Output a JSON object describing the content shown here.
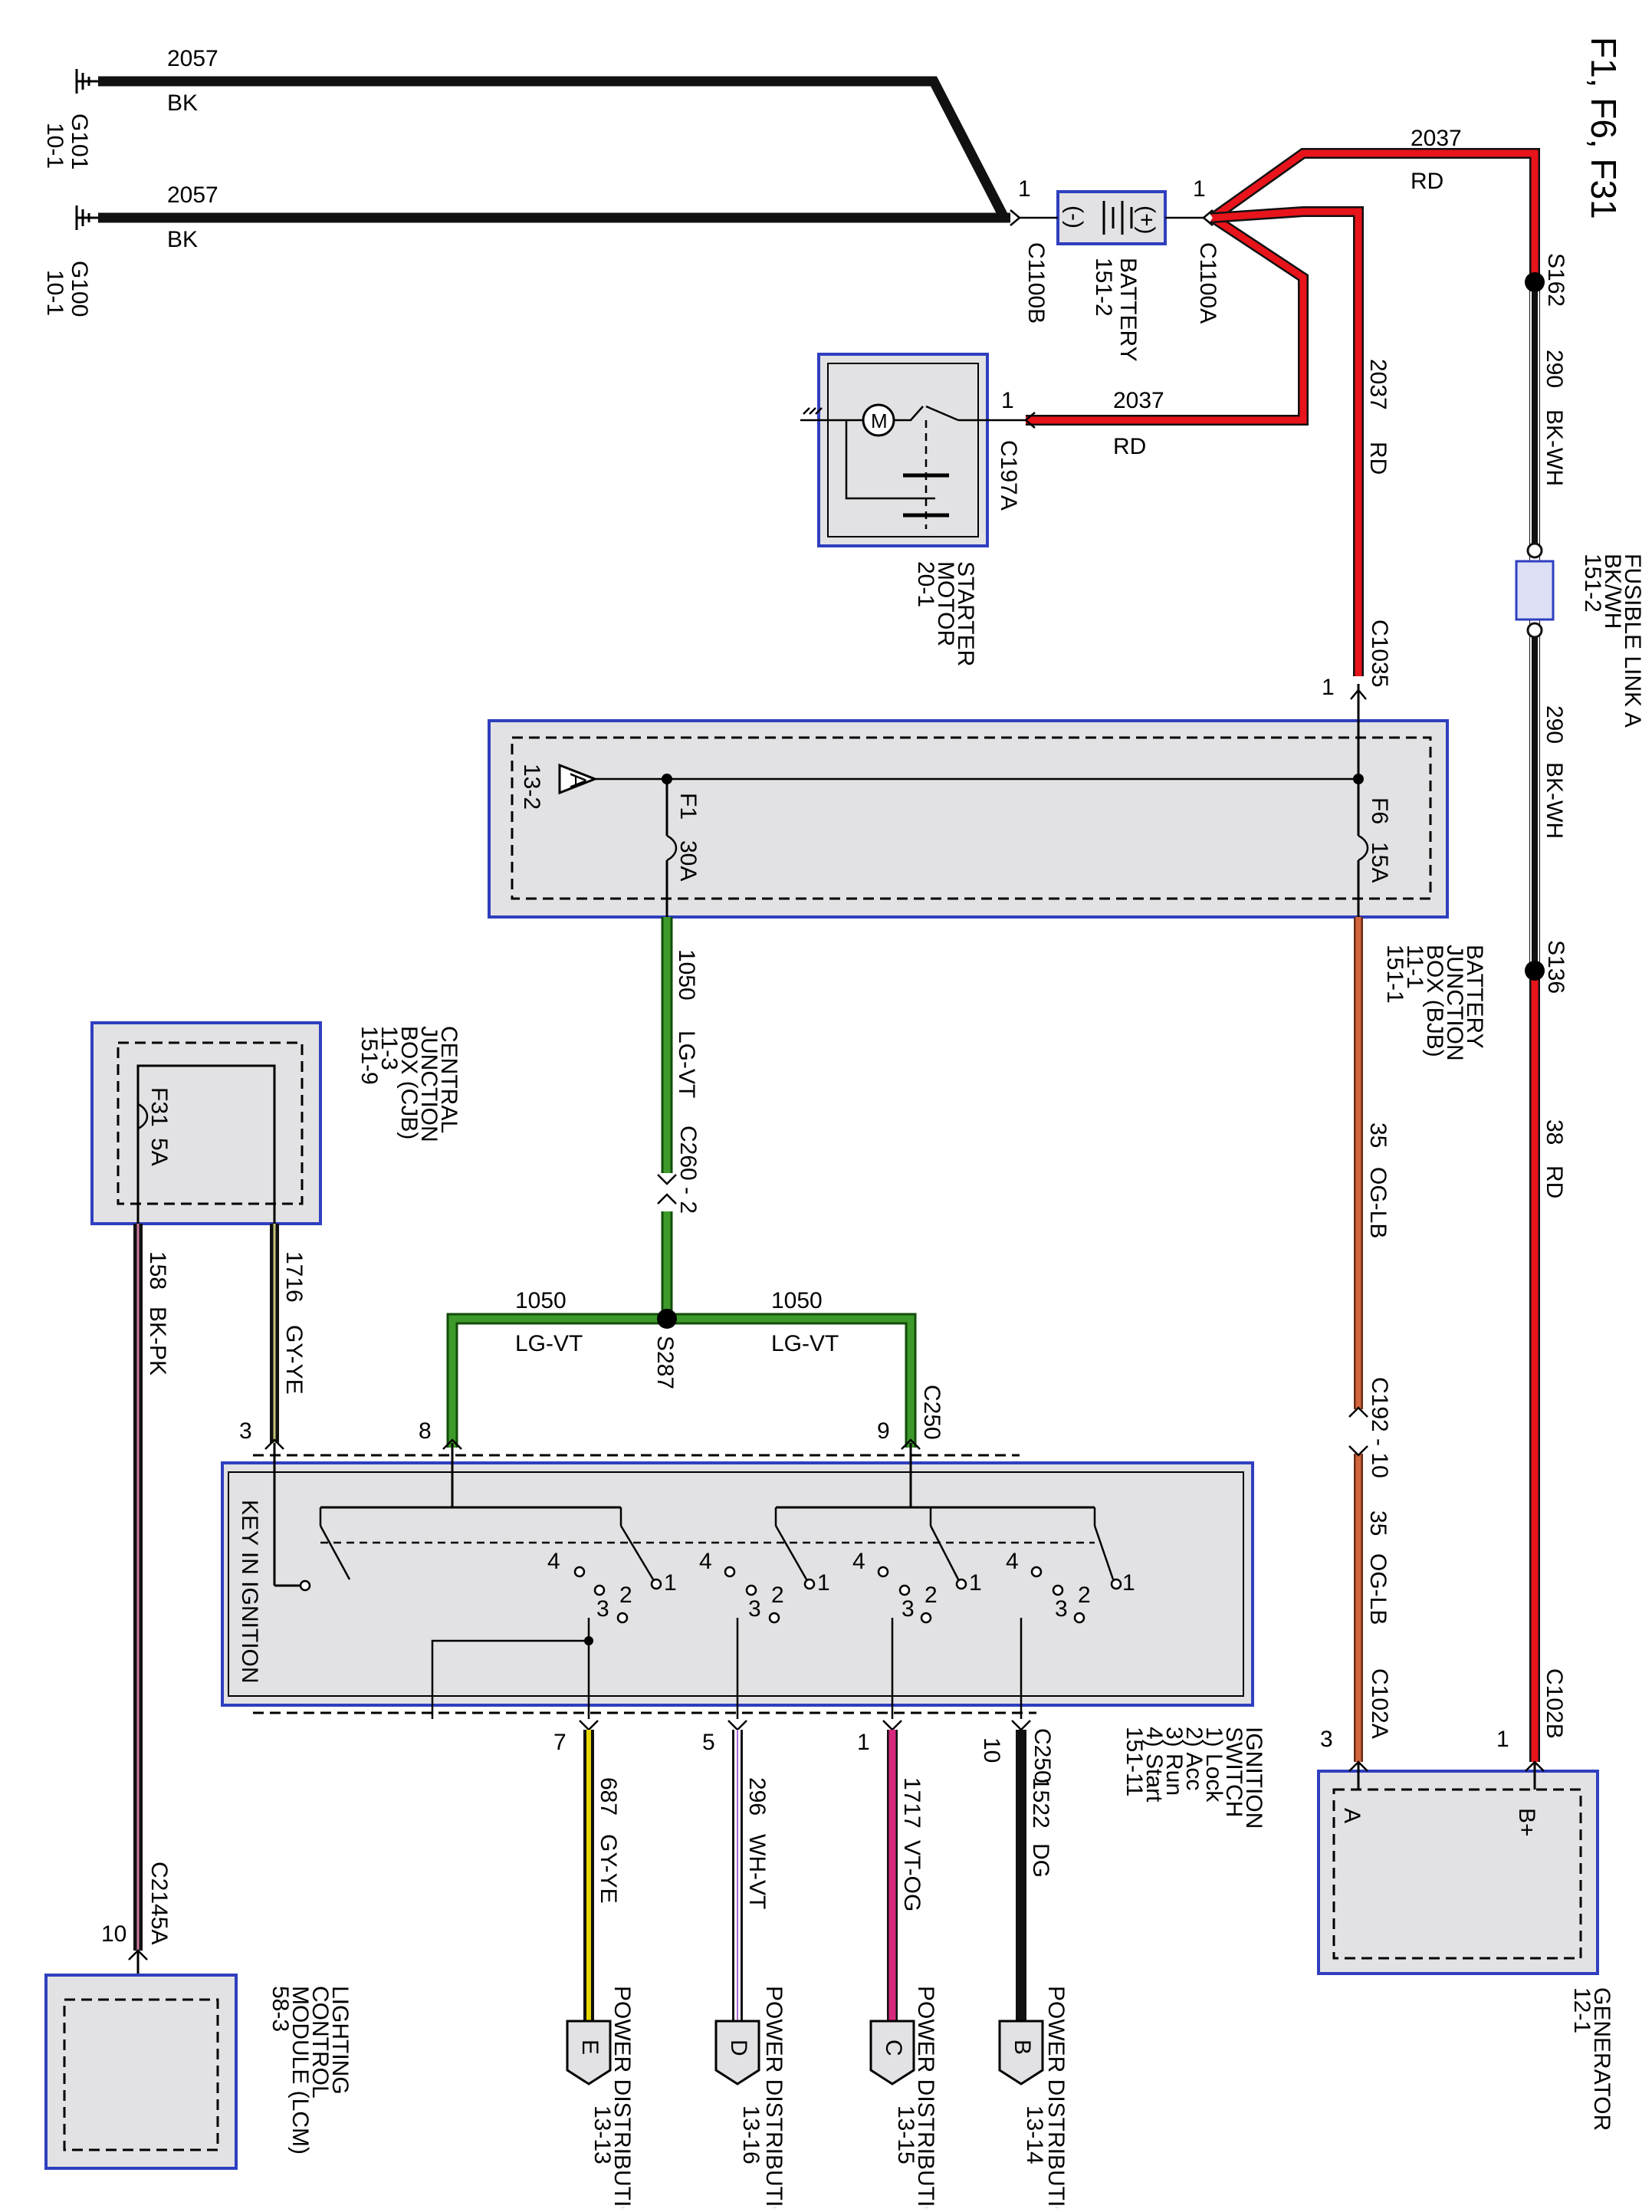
{
  "title": "F1, F6, F31",
  "grounds": [
    {
      "id": "G101",
      "ref": "10-1"
    },
    {
      "id": "G100",
      "ref": "10-1"
    }
  ],
  "battery": {
    "name": "BATTERY",
    "ref": "151-2",
    "neg_conn": "C1100B",
    "pos_conn": "C1100A",
    "neg_sym": "(-)",
    "pos_sym": "(+)",
    "pin_neg": "1",
    "pin_pos": "1"
  },
  "starter": {
    "name": "STARTER",
    "name2": "MOTOR",
    "ref": "20-1",
    "conn": "C197A",
    "pin": "1"
  },
  "fusible_link": {
    "name": "FUSIBLE LINK A",
    "color": "BK/WH",
    "ref": "151-2"
  },
  "bjb": {
    "name1": "BATTERY",
    "name2": "JUNCTION",
    "name3": "BOX (BJB)",
    "ref1": "11-1",
    "ref2": "151-1",
    "conn": "C1035",
    "pin": "1",
    "bus": "13-2",
    "bus_tag": "A",
    "fuse_f1": "F1",
    "fuse_f1_amps": "30A",
    "fuse_f6": "F6",
    "fuse_f6_amps": "15A"
  },
  "cjb": {
    "name1": "CENTRAL",
    "name2": "JUNCTION",
    "name3": "BOX (CJB)",
    "ref1": "11-3",
    "ref2": "151-9",
    "fuse": "F31",
    "fuse_amps": "5A"
  },
  "generator": {
    "name": "GENERATOR",
    "ref": "12-1",
    "pin_a": "A",
    "pin_b": "B+",
    "conn_a": "C102A",
    "conn_b": "C102B",
    "pinnum_a": "3",
    "pinnum_b": "1"
  },
  "ignition": {
    "title": "IGNITION",
    "title2": "SWITCH",
    "pos1": "1) Lock",
    "pos2": "2) Acc",
    "pos3": "3) Run",
    "pos4": "4) Start",
    "ref": "151-11",
    "key_label": "KEY IN IGNITION",
    "conn": "C250",
    "in_pins": [
      "3",
      "8",
      "9"
    ],
    "out_pins": [
      "7",
      "5",
      "1",
      "10"
    ],
    "contact_nums": [
      "1",
      "2",
      "3",
      "4"
    ]
  },
  "lcm": {
    "name1": "LIGHTING",
    "name2": "CONTROL",
    "name3": "MODULE (LCM)",
    "ref": "58-3",
    "conn": "C2145A",
    "pin": "10"
  },
  "splices": [
    "S162",
    "S136",
    "S287"
  ],
  "inline_conns": [
    "C260 - 2",
    "C192 - 10"
  ],
  "wires": {
    "w2057": {
      "circuit": "2057",
      "color": "BK"
    },
    "w2037": {
      "circuit": "2037",
      "color": "RD"
    },
    "w290": {
      "circuit": "290",
      "color": "BK-WH"
    },
    "w38": {
      "circuit": "38",
      "color": "RD"
    },
    "w35": {
      "circuit": "35",
      "color": "OG-LB"
    },
    "w1050": {
      "circuit": "1050",
      "color": "LG-VT"
    },
    "w1716": {
      "circuit": "1716",
      "color": "GY-YE"
    },
    "w158": {
      "circuit": "158",
      "color": "BK-PK"
    },
    "w687": {
      "circuit": "687",
      "color": "GY-YE"
    },
    "w296": {
      "circuit": "296",
      "color": "WH-VT"
    },
    "w1717": {
      "circuit": "1717",
      "color": "VT-OG"
    },
    "w1522": {
      "circuit": "1522",
      "color": "DG"
    }
  },
  "power_distribution": [
    {
      "label": "POWER DISTRIBUTION",
      "tag": "B",
      "ref": "13-14"
    },
    {
      "label": "POWER DISTRIBUTION",
      "tag": "C",
      "ref": "13-15"
    },
    {
      "label": "POWER DISTRIBUTION",
      "tag": "D",
      "ref": "13-16"
    },
    {
      "label": "POWER DISTRIBUTION",
      "tag": "E",
      "ref": "13-13"
    }
  ],
  "colors": {
    "red": "#e8141b",
    "black": "#111111",
    "green": "#3e9a2a",
    "orange": "#d2663e",
    "blue_border": "#2f3fbf",
    "module_fill": "#e2e2e4",
    "magenta": "#d5287d",
    "yellow": "#e6d600",
    "purple": "#b06ad8"
  }
}
